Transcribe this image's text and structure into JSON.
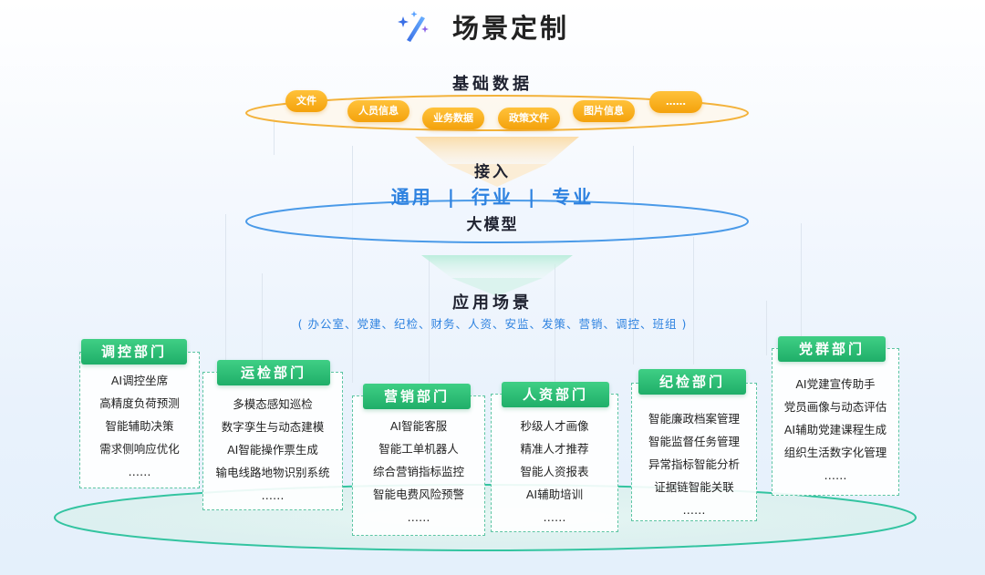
{
  "title": "场景定制",
  "base_data": {
    "heading": "基础数据",
    "items": [
      "文件",
      "人员信息",
      "业务数据",
      "政策文件",
      "图片信息",
      "……"
    ]
  },
  "access": {
    "heading": "接入",
    "model_types": [
      "通用",
      "行业",
      "专业"
    ],
    "separator": "|",
    "model_label": "大模型"
  },
  "application": {
    "heading": "应用场景",
    "subheading": "( 办公室、党建、纪检、财务、人资、安监、发策、营销、调控、班组 )"
  },
  "departments": [
    {
      "name": "调控部门",
      "items": [
        "AI调控坐席",
        "高精度负荷预测",
        "智能辅助决策",
        "需求侧响应优化",
        "……"
      ]
    },
    {
      "name": "运检部门",
      "items": [
        "多模态感知巡检",
        "数字孪生与动态建模",
        "AI智能操作票生成",
        "输电线路地物识别系统",
        "……"
      ]
    },
    {
      "name": "营销部门",
      "items": [
        "AI智能客服",
        "智能工单机器人",
        "综合营销指标监控",
        "智能电费风险预警",
        "……"
      ]
    },
    {
      "name": "人资部门",
      "items": [
        "秒级人才画像",
        "精准人才推荐",
        "智能人资报表",
        "AI辅助培训",
        "……"
      ]
    },
    {
      "name": "纪检部门",
      "items": [
        "智能廉政档案管理",
        "智能监督任务管理",
        "异常指标智能分析",
        "证据链智能关联",
        "……"
      ]
    },
    {
      "name": "党群部门",
      "items": [
        "AI党建宣传助手",
        "党员画像与动态评估",
        "AI辅助党建课程生成",
        "组织生活数字化管理",
        "……"
      ]
    }
  ],
  "colors": {
    "accent_blue": "#2e82e0",
    "orange": "#f4a20c",
    "green": "#1fae69",
    "ring_orange": "#f3b23a",
    "ring_blue": "#4a9ae8",
    "ring_teal": "#33c4a0"
  },
  "icons": {
    "title": "sparkle-wand-icon"
  }
}
